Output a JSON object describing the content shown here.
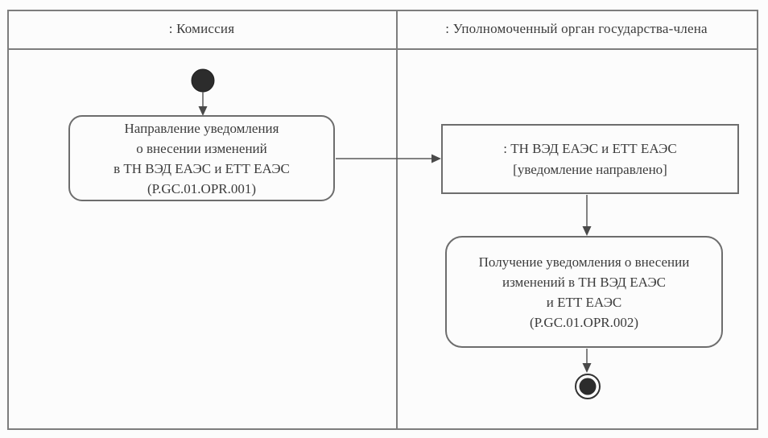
{
  "diagram": {
    "type": "uml-activity-swimlane",
    "colors": {
      "frame_border": "#7d7d7d",
      "node_border": "#6d6d6d",
      "text": "#3c3c3c",
      "node_fill": "#2c2c2c",
      "arrow": "#555555",
      "background": "#fcfcfc"
    },
    "lanes": [
      {
        "label": ": Комиссия"
      },
      {
        "label": ": Уполномоченный орган государства-члена"
      }
    ],
    "nodes": {
      "initial": {
        "shape": "filled-circle",
        "lane": 0
      },
      "action1": {
        "lane": 0,
        "lines": [
          "Направление уведомления",
          "о внесении изменений",
          "в ТН ВЭД ЕАЭС и ЕТТ ЕАЭС",
          "(P.GC.01.OPR.001)"
        ]
      },
      "object1": {
        "lane": 1,
        "lines": [
          ": ТН ВЭД ЕАЭС и ЕТТ ЕАЭС",
          "[уведомление направлено]"
        ]
      },
      "action2": {
        "lane": 1,
        "lines": [
          "Получение уведомления о внесении",
          "изменений в ТН ВЭД ЕАЭС",
          "и ЕТТ ЕАЭС",
          "(P.GC.01.OPR.002)"
        ]
      },
      "final": {
        "shape": "bullseye-circle",
        "lane": 1
      }
    },
    "flows": [
      {
        "from": "initial",
        "to": "action1",
        "direction": "down"
      },
      {
        "from": "action1",
        "to": "object1",
        "direction": "right"
      },
      {
        "from": "object1",
        "to": "action2",
        "direction": "down"
      },
      {
        "from": "action2",
        "to": "final",
        "direction": "down"
      }
    ]
  }
}
